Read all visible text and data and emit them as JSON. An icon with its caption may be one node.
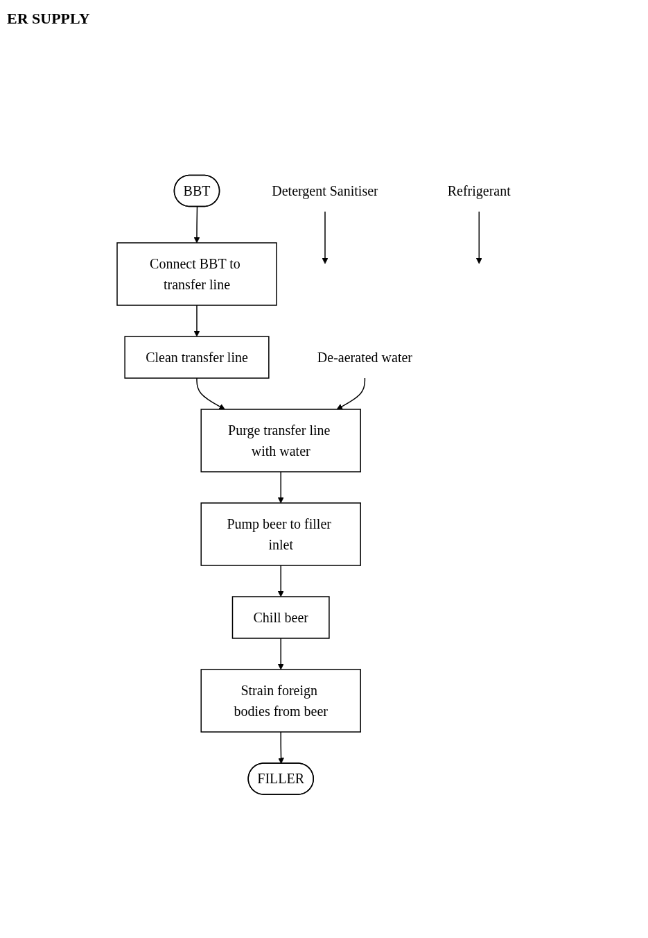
{
  "diagram": {
    "title": "ER SUPPLY",
    "nodes": [
      {
        "text": [
          "BBT"
        ]
      },
      {
        "text": [
          "Connect BBT to transfer line"
        ]
      },
      {
        "text": [
          "Clean transfer line"
        ]
      },
      {
        "text": [
          "Detergent Sanitiser"
        ]
      },
      {
        "text": [
          "De-aerated water"
        ]
      },
      {
        "text": [
          "Purge transfer line with water"
        ]
      },
      {
        "text": [
          "Pump beer to filler inlet"
        ]
      },
      {
        "text": [
          "Refrigerant"
        ]
      },
      {
        "text": [
          "Chill beer"
        ]
      },
      {
        "text": [
          "Strain foreign bodies from beer"
        ]
      },
      {
        "text": [
          "FILLER"
        ]
      }
    ],
    "edges": [
      {
        "from": 0,
        "to": 1,
        "arrow": "to"
      },
      {
        "from": 1,
        "to": 2,
        "arrow": "to"
      },
      {
        "from": 3,
        "to": null,
        "arrow": "to"
      },
      {
        "from": 2,
        "to": 5,
        "arrow": "to"
      },
      {
        "from": 4,
        "to": 5,
        "arrow": "to"
      },
      {
        "from": 5,
        "to": 6,
        "arrow": "to"
      },
      {
        "from": 6,
        "to": 8,
        "arrow": "to"
      },
      {
        "from": 7,
        "to": null,
        "arrow": "to"
      },
      {
        "from": 8,
        "to": 9,
        "arrow": "to"
      },
      {
        "from": 9,
        "to": 10,
        "arrow": "to"
      }
    ]
  }
}
